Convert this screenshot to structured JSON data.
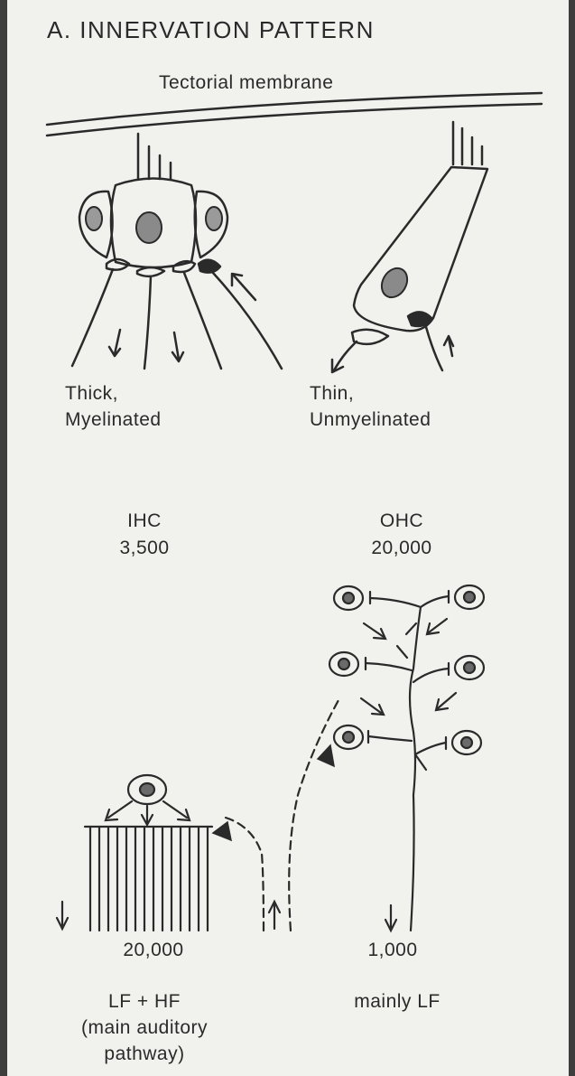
{
  "title": "A.  INNERVATION PATTERN",
  "membrane_label": "Tectorial membrane",
  "ihc_fiber": {
    "line1": "Thick,",
    "line2": "Myelinated"
  },
  "ohc_fiber": {
    "line1": "Thin,",
    "line2": "Unmyelinated"
  },
  "ihc": {
    "name": "IHC",
    "count": "3,500"
  },
  "ohc": {
    "name": "OHC",
    "count": "20,000"
  },
  "ihc_fibers": {
    "count": "20,000",
    "line1": "LF + HF",
    "line2": "(main auditory",
    "line3": "pathway)"
  },
  "ohc_fibers": {
    "count": "1,000",
    "line1": "mainly LF"
  }
}
